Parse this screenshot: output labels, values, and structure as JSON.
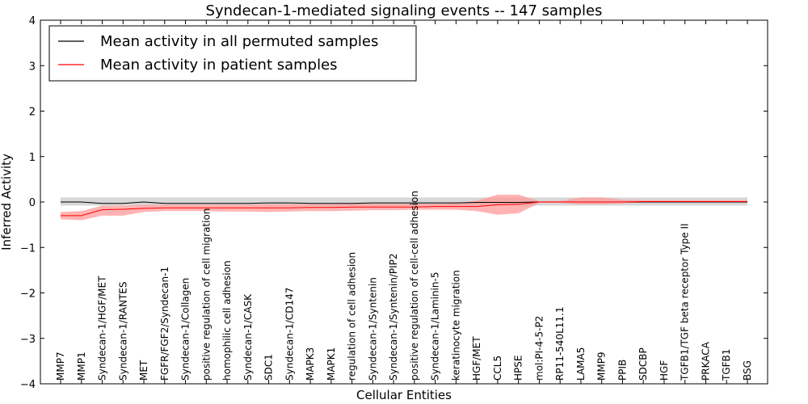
{
  "chart_data": {
    "type": "line",
    "title": "Syndecan-1-mediated signaling events -- 147 samples",
    "xlabel": "Cellular Entities",
    "ylabel": "Inferred Activity",
    "ylim": [
      -4,
      4
    ],
    "yticks": [
      -4,
      -3,
      -2,
      -1,
      0,
      1,
      2,
      3,
      4
    ],
    "ytick_labels": [
      "−4",
      "−3",
      "−2",
      "−1",
      "0",
      "1",
      "2",
      "3",
      "4"
    ],
    "grid": false,
    "legend_position": "top-left",
    "categories": [
      "MMP7",
      "MMP1",
      "Syndecan-1/HGF/MET",
      "Syndecan-1/RANTES",
      "MET",
      "FGFR/FGF2/Syndecan-1",
      "Syndecan-1/Collagen",
      "positive regulation of cell migration",
      "homophilic cell adhesion",
      "Syndecan-1/CASK",
      "SDC1",
      "Syndecan-1/CD147",
      "MAPK3",
      "MAPK1",
      "regulation of cell adhesion",
      "Syndecan-1/Syntenin",
      "Syndecan-1/Syntenin/PIP2",
      "positive regulation of cell-cell adhesion",
      "Syndecan-1/Laminin-5",
      "keratinocyte migration",
      "HGF/MET",
      "CCL5",
      "HPSE",
      "mol:PI-4-5-P2",
      "RP11-540L11.1",
      "LAMA5",
      "MMP9",
      "PPIB",
      "SDCBP",
      "HGF",
      "TGFB1/TGF beta receptor Type II",
      "PRKACA",
      "TGFB1",
      "BSG"
    ],
    "series": [
      {
        "name": "Mean activity in all permuted samples",
        "color": "#000000",
        "values": [
          0.0,
          0.0,
          -0.03,
          -0.03,
          0.0,
          -0.03,
          -0.03,
          -0.03,
          -0.03,
          -0.03,
          -0.02,
          -0.02,
          -0.03,
          -0.03,
          -0.03,
          -0.02,
          -0.02,
          -0.02,
          -0.02,
          -0.02,
          -0.01,
          -0.01,
          -0.01,
          0.0,
          0.0,
          0.0,
          0.0,
          0.0,
          0.0,
          0.0,
          0.0,
          0.0,
          0.0,
          0.0
        ],
        "band_color": "#c8c8c8",
        "band_lower": [
          -0.08,
          -0.08,
          -0.08,
          -0.08,
          -0.08,
          -0.08,
          -0.08,
          -0.08,
          -0.08,
          -0.08,
          -0.08,
          -0.08,
          -0.08,
          -0.08,
          -0.08,
          -0.08,
          -0.08,
          -0.08,
          -0.08,
          -0.08,
          -0.08,
          -0.08,
          -0.08,
          -0.08,
          -0.08,
          -0.08,
          -0.08,
          -0.08,
          -0.08,
          -0.08,
          -0.08,
          -0.08,
          -0.08,
          -0.08
        ],
        "band_upper": [
          0.1,
          0.1,
          0.1,
          0.1,
          0.1,
          0.1,
          0.1,
          0.1,
          0.1,
          0.1,
          0.1,
          0.1,
          0.1,
          0.1,
          0.1,
          0.1,
          0.1,
          0.1,
          0.1,
          0.1,
          0.1,
          0.1,
          0.1,
          0.1,
          0.1,
          0.1,
          0.1,
          0.1,
          0.1,
          0.1,
          0.1,
          0.1,
          0.1,
          0.1
        ]
      },
      {
        "name": "Mean activity in patient samples",
        "color": "#ff0000",
        "values": [
          -0.3,
          -0.3,
          -0.17,
          -0.16,
          -0.14,
          -0.13,
          -0.13,
          -0.13,
          -0.13,
          -0.13,
          -0.13,
          -0.13,
          -0.12,
          -0.12,
          -0.11,
          -0.11,
          -0.11,
          -0.11,
          -0.1,
          -0.1,
          -0.1,
          -0.06,
          -0.05,
          0.0,
          0.0,
          0.0,
          0.0,
          0.0,
          0.01,
          0.01,
          0.01,
          0.01,
          0.01,
          0.01
        ],
        "band_color": "#ff9999",
        "band_lower": [
          -0.38,
          -0.4,
          -0.3,
          -0.3,
          -0.22,
          -0.2,
          -0.2,
          -0.2,
          -0.21,
          -0.21,
          -0.22,
          -0.21,
          -0.2,
          -0.2,
          -0.19,
          -0.18,
          -0.18,
          -0.17,
          -0.17,
          -0.17,
          -0.2,
          -0.28,
          -0.25,
          -0.02,
          -0.02,
          -0.05,
          -0.05,
          -0.03,
          -0.01,
          -0.01,
          -0.01,
          -0.01,
          -0.01,
          -0.01
        ],
        "band_upper": [
          -0.22,
          -0.2,
          -0.08,
          -0.08,
          -0.06,
          -0.06,
          -0.06,
          -0.06,
          -0.06,
          -0.06,
          -0.05,
          -0.05,
          -0.05,
          -0.05,
          -0.04,
          -0.04,
          -0.04,
          -0.04,
          -0.04,
          -0.03,
          0.03,
          0.16,
          0.16,
          0.02,
          0.02,
          0.1,
          0.1,
          0.05,
          0.04,
          0.04,
          0.04,
          0.04,
          0.04,
          0.04
        ]
      }
    ]
  }
}
